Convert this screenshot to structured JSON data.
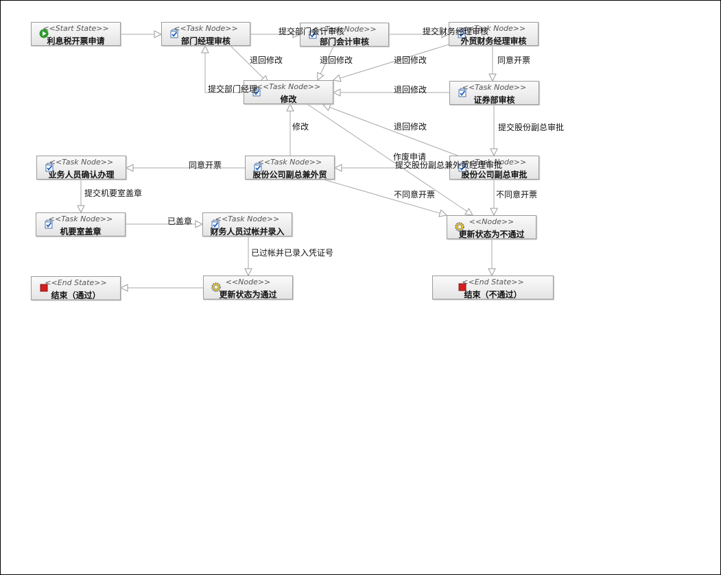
{
  "nodes": [
    {
      "id": "start",
      "stereotype": "<<Start State>>",
      "name": "利息税开票申请",
      "icon": "start-state-icon"
    },
    {
      "id": "dept_mgr",
      "stereotype": "<<Task Node>>",
      "name": "部门经理审核",
      "icon": "task-node-icon"
    },
    {
      "id": "dept_acct",
      "stereotype": "<<Task Node>>",
      "name": "部门会计审核",
      "icon": "task-node-icon"
    },
    {
      "id": "fin_mgr",
      "stereotype": "<<Task Node>>",
      "name": "外贸财务经理审核",
      "icon": "task-node-icon"
    },
    {
      "id": "modify",
      "stereotype": "<<Task Node>>",
      "name": "修改",
      "icon": "task-node-icon"
    },
    {
      "id": "securities",
      "stereotype": "<<Task Node>>",
      "name": "证券部审核",
      "icon": "task-node-icon"
    },
    {
      "id": "biz_confirm",
      "stereotype": "<<Task Node>>",
      "name": "业务人员确认办理",
      "icon": "task-node-icon"
    },
    {
      "id": "vp_trade",
      "stereotype": "<<Task Node>>",
      "name": "股份公司副总兼外贸",
      "icon": "task-node-icon"
    },
    {
      "id": "vp",
      "stereotype": "<<Task Node>>",
      "name": "股份公司副总审批",
      "icon": "task-node-icon"
    },
    {
      "id": "seal",
      "stereotype": "<<Task Node>>",
      "name": "机要室盖章",
      "icon": "task-node-icon"
    },
    {
      "id": "fin_post",
      "stereotype": "<<Task Node>>",
      "name": "财务人员过帐并录入",
      "icon": "task-node-icon"
    },
    {
      "id": "reject_upd",
      "stereotype": "<<Node>>",
      "name": "更新状态为不通过",
      "icon": "gear-node-icon"
    },
    {
      "id": "end_ok",
      "stereotype": "<<End State>>",
      "name": "结束（通过）",
      "icon": "end-state-icon"
    },
    {
      "id": "pass_upd",
      "stereotype": "<<Node>>",
      "name": "更新状态为通过",
      "icon": "gear-node-icon"
    },
    {
      "id": "end_fail",
      "stereotype": "<<End State>>",
      "name": "结束（不通过）",
      "icon": "end-state-icon"
    }
  ],
  "edges": [
    {
      "label": ""
    },
    {
      "label": "提交部门会计审核"
    },
    {
      "label": "提交财务经理审核"
    },
    {
      "label": "退回修改"
    },
    {
      "label": "退回修改"
    },
    {
      "label": "退回修改"
    },
    {
      "label": "提交部门经理"
    },
    {
      "label": "同意开票"
    },
    {
      "label": "退回修改"
    },
    {
      "label": "提交股份副总审批"
    },
    {
      "label": "退回修改"
    },
    {
      "label": "修改"
    },
    {
      "label": "同意开票"
    },
    {
      "label": "提交股份副总兼外贸经理审批"
    },
    {
      "label": "作废申请"
    },
    {
      "label": "不同意开票"
    },
    {
      "label": "不同意开票"
    },
    {
      "label": "提交机要室盖章"
    },
    {
      "label": "已盖章"
    },
    {
      "label": "已过帐并已录入凭证号"
    },
    {
      "label": ""
    },
    {
      "label": ""
    }
  ]
}
